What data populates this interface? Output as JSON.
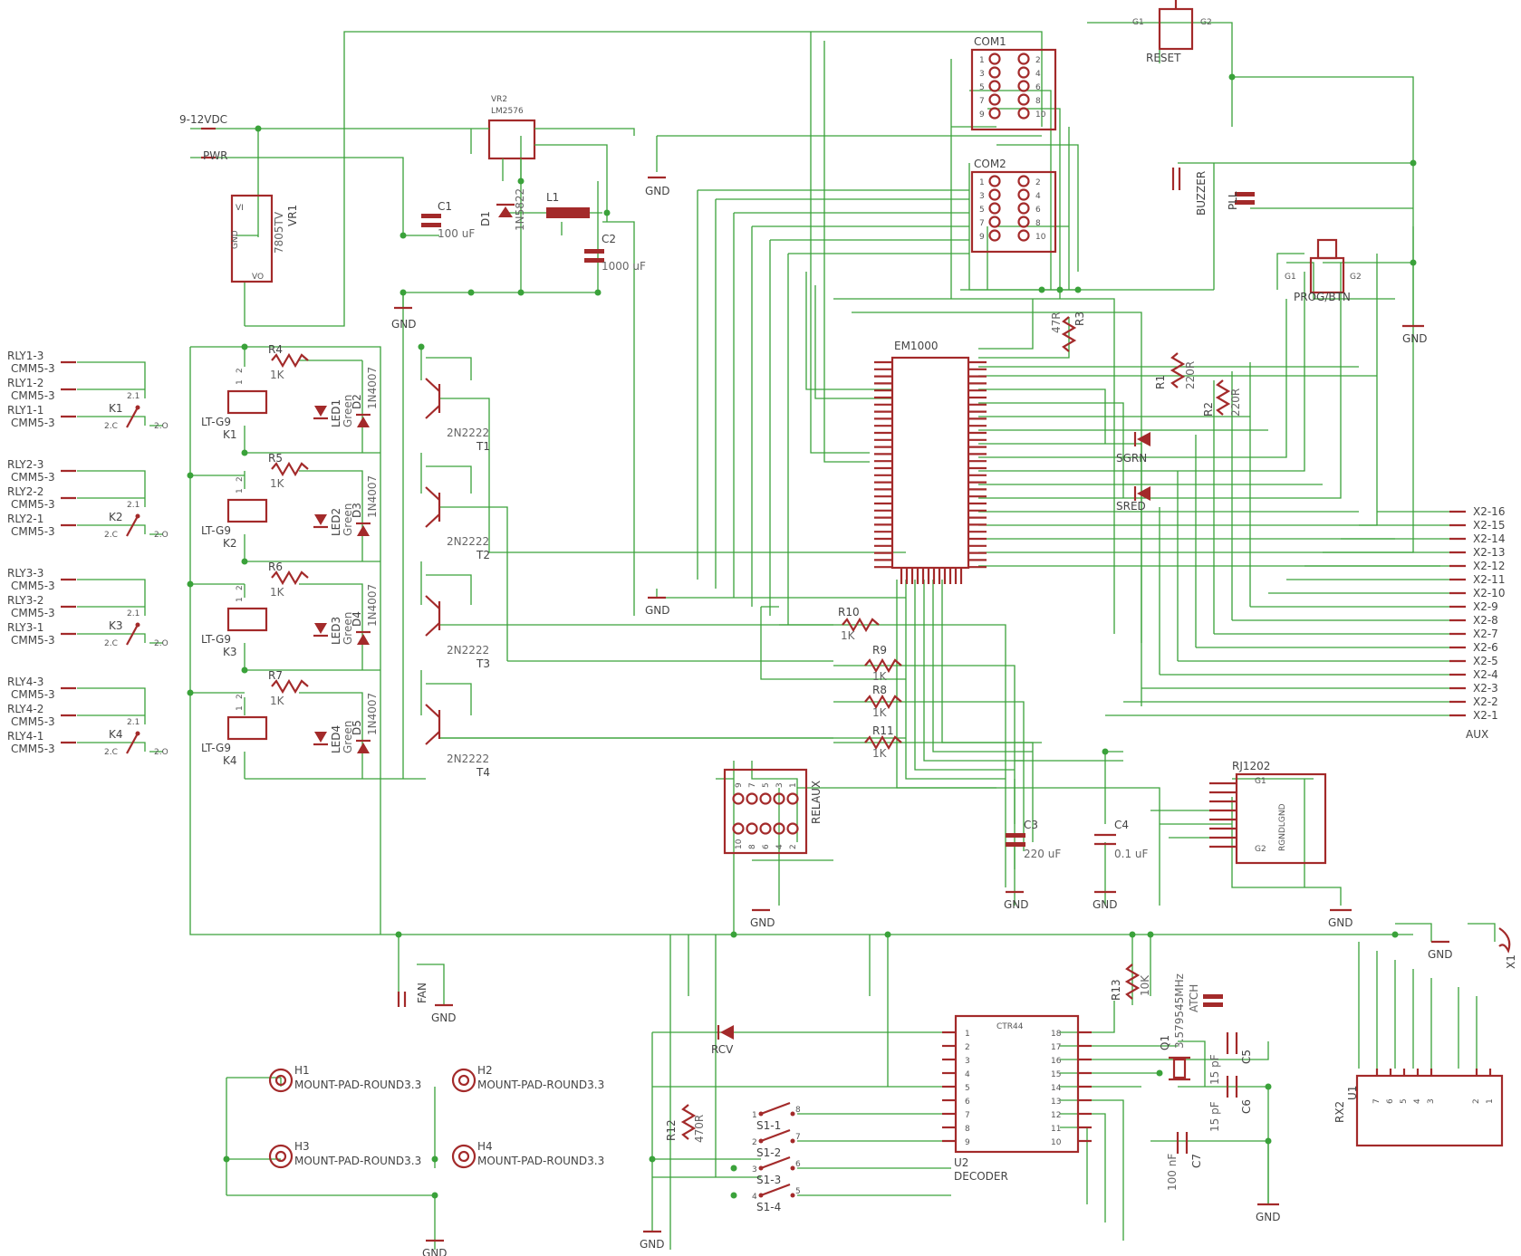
{
  "colors": {
    "wire": "#3aa23a",
    "part": "#a32a2a",
    "text": "#444444",
    "background": "#ffffff"
  },
  "power": {
    "input_label": "9-12VDC",
    "pwr_label": "PWR",
    "gnd_label": "GND"
  },
  "regulators": {
    "vr1": {
      "name": "VR1",
      "value": "7805TV",
      "pins": [
        "VI",
        "GND",
        "VO"
      ]
    },
    "vr2": {
      "name": "VR2",
      "value": "LM2576"
    }
  },
  "passives": {
    "c1": {
      "name": "C1",
      "value": "100 uF"
    },
    "c2": {
      "name": "C2",
      "value": "1000 uF"
    },
    "c3": {
      "name": "C3",
      "value": "220 uF"
    },
    "c4": {
      "name": "C4",
      "value": "0.1 uF"
    },
    "c5": {
      "name": "C5",
      "value": "15 pF"
    },
    "c6": {
      "name": "C6",
      "value": "15 pF"
    },
    "c7": {
      "name": "C7",
      "value": "100 nF"
    },
    "l1": {
      "name": "L1"
    },
    "d1": {
      "name": "D1",
      "value": "1N5822"
    },
    "r1": {
      "name": "R1",
      "value": "220R"
    },
    "r2": {
      "name": "R2",
      "value": "220R"
    },
    "r3": {
      "name": "R3",
      "value": "47R"
    },
    "r12": {
      "name": "R12",
      "value": "470R"
    },
    "r13": {
      "name": "R13",
      "value": "10K"
    },
    "r8": {
      "name": "R8",
      "value": "1K"
    },
    "r9": {
      "name": "R9",
      "value": "1K"
    },
    "r10": {
      "name": "R10",
      "value": "1K"
    },
    "r11": {
      "name": "R11",
      "value": "1K"
    }
  },
  "relay_channels": [
    {
      "terms": [
        "RLY1-3",
        "RLY1-2",
        "RLY1-1"
      ],
      "conn": "CMM5-3",
      "relay": "K1",
      "relay_type": "LT-G9",
      "resistor": "R4",
      "res_value": "1K",
      "led": "LED1",
      "led_color": "Green",
      "diode": "D2",
      "diode_value": "1N4007",
      "transistor": "T1",
      "transistor_value": "2N2222"
    },
    {
      "terms": [
        "RLY2-3",
        "RLY2-2",
        "RLY2-1"
      ],
      "conn": "CMM5-3",
      "relay": "K2",
      "relay_type": "LT-G9",
      "resistor": "R5",
      "res_value": "1K",
      "led": "LED2",
      "led_color": "Green",
      "diode": "D3",
      "diode_value": "1N4007",
      "transistor": "T2",
      "transistor_value": "2N2222"
    },
    {
      "terms": [
        "RLY3-3",
        "RLY3-2",
        "RLY3-1"
      ],
      "conn": "CMM5-3",
      "relay": "K3",
      "relay_type": "LT-G9",
      "resistor": "R6",
      "res_value": "1K",
      "led": "LED3",
      "led_color": "Green",
      "diode": "D4",
      "diode_value": "1N4007",
      "transistor": "T3",
      "transistor_value": "2N2222"
    },
    {
      "terms": [
        "RLY4-3",
        "RLY4-2",
        "RLY4-1"
      ],
      "conn": "CMM5-3",
      "relay": "K4",
      "relay_type": "LT-G9",
      "resistor": "R7",
      "res_value": "1K",
      "led": "LED4",
      "led_color": "Green",
      "diode": "D5",
      "diode_value": "1N4007",
      "transistor": "T4",
      "transistor_value": "2N2222"
    }
  ],
  "relay_pin_labels": [
    "1",
    "2",
    "2.C",
    "2.1",
    "2.O"
  ],
  "headers": {
    "com1": "COM1",
    "com2": "COM2",
    "relaux": "RELAUX",
    "pins": [
      "1",
      "2",
      "3",
      "4",
      "5",
      "6",
      "7",
      "8",
      "9",
      "10"
    ]
  },
  "module": {
    "name": "EM1000"
  },
  "switches": {
    "reset": "RESET",
    "prog": "PROG/BTN",
    "g1": "G1",
    "g2": "G2"
  },
  "indicators": {
    "buzzer": "BUZZER",
    "pll": "PLL",
    "sgrn": "SGRN",
    "sred": "SRED",
    "rcv": "RCV",
    "fan": "FAN"
  },
  "aux": {
    "title": "AUX",
    "pins": [
      "X2-16",
      "X2-15",
      "X2-14",
      "X2-13",
      "X2-12",
      "X2-11",
      "X2-10",
      "X2-9",
      "X2-8",
      "X2-7",
      "X2-6",
      "X2-5",
      "X2-4",
      "X2-3",
      "X2-2",
      "X2-1"
    ]
  },
  "rj": {
    "name": "RJ1202",
    "inner": "RGNDLGND",
    "g1": "G1",
    "g2": "G2"
  },
  "decoder": {
    "chip": "CTR44",
    "name": "U2",
    "value": "DECODER",
    "left_pins": [
      "1",
      "2",
      "3",
      "4",
      "5",
      "6",
      "7",
      "8",
      "9"
    ],
    "right_pins": [
      "18",
      "17",
      "16",
      "15",
      "14",
      "13",
      "12",
      "11",
      "10"
    ]
  },
  "crystal": {
    "name": "Q1",
    "value": "3.579545MHz",
    "other": "ATCH"
  },
  "dip": {
    "labels": [
      "S1-1",
      "S1-2",
      "S1-3",
      "S1-4"
    ],
    "left_pins": [
      "1",
      "2",
      "3",
      "4"
    ],
    "right_pins": [
      "8",
      "7",
      "6",
      "5"
    ]
  },
  "mount_pads": {
    "names": [
      "H1",
      "H2",
      "H3",
      "H4"
    ],
    "value": "MOUNT-PAD-ROUND3.3"
  },
  "receiver": {
    "name": "RX2",
    "ref": "U1",
    "pins": [
      "7",
      "6",
      "5",
      "4",
      "3",
      "2",
      "1"
    ]
  },
  "antenna": {
    "name": "X1"
  }
}
